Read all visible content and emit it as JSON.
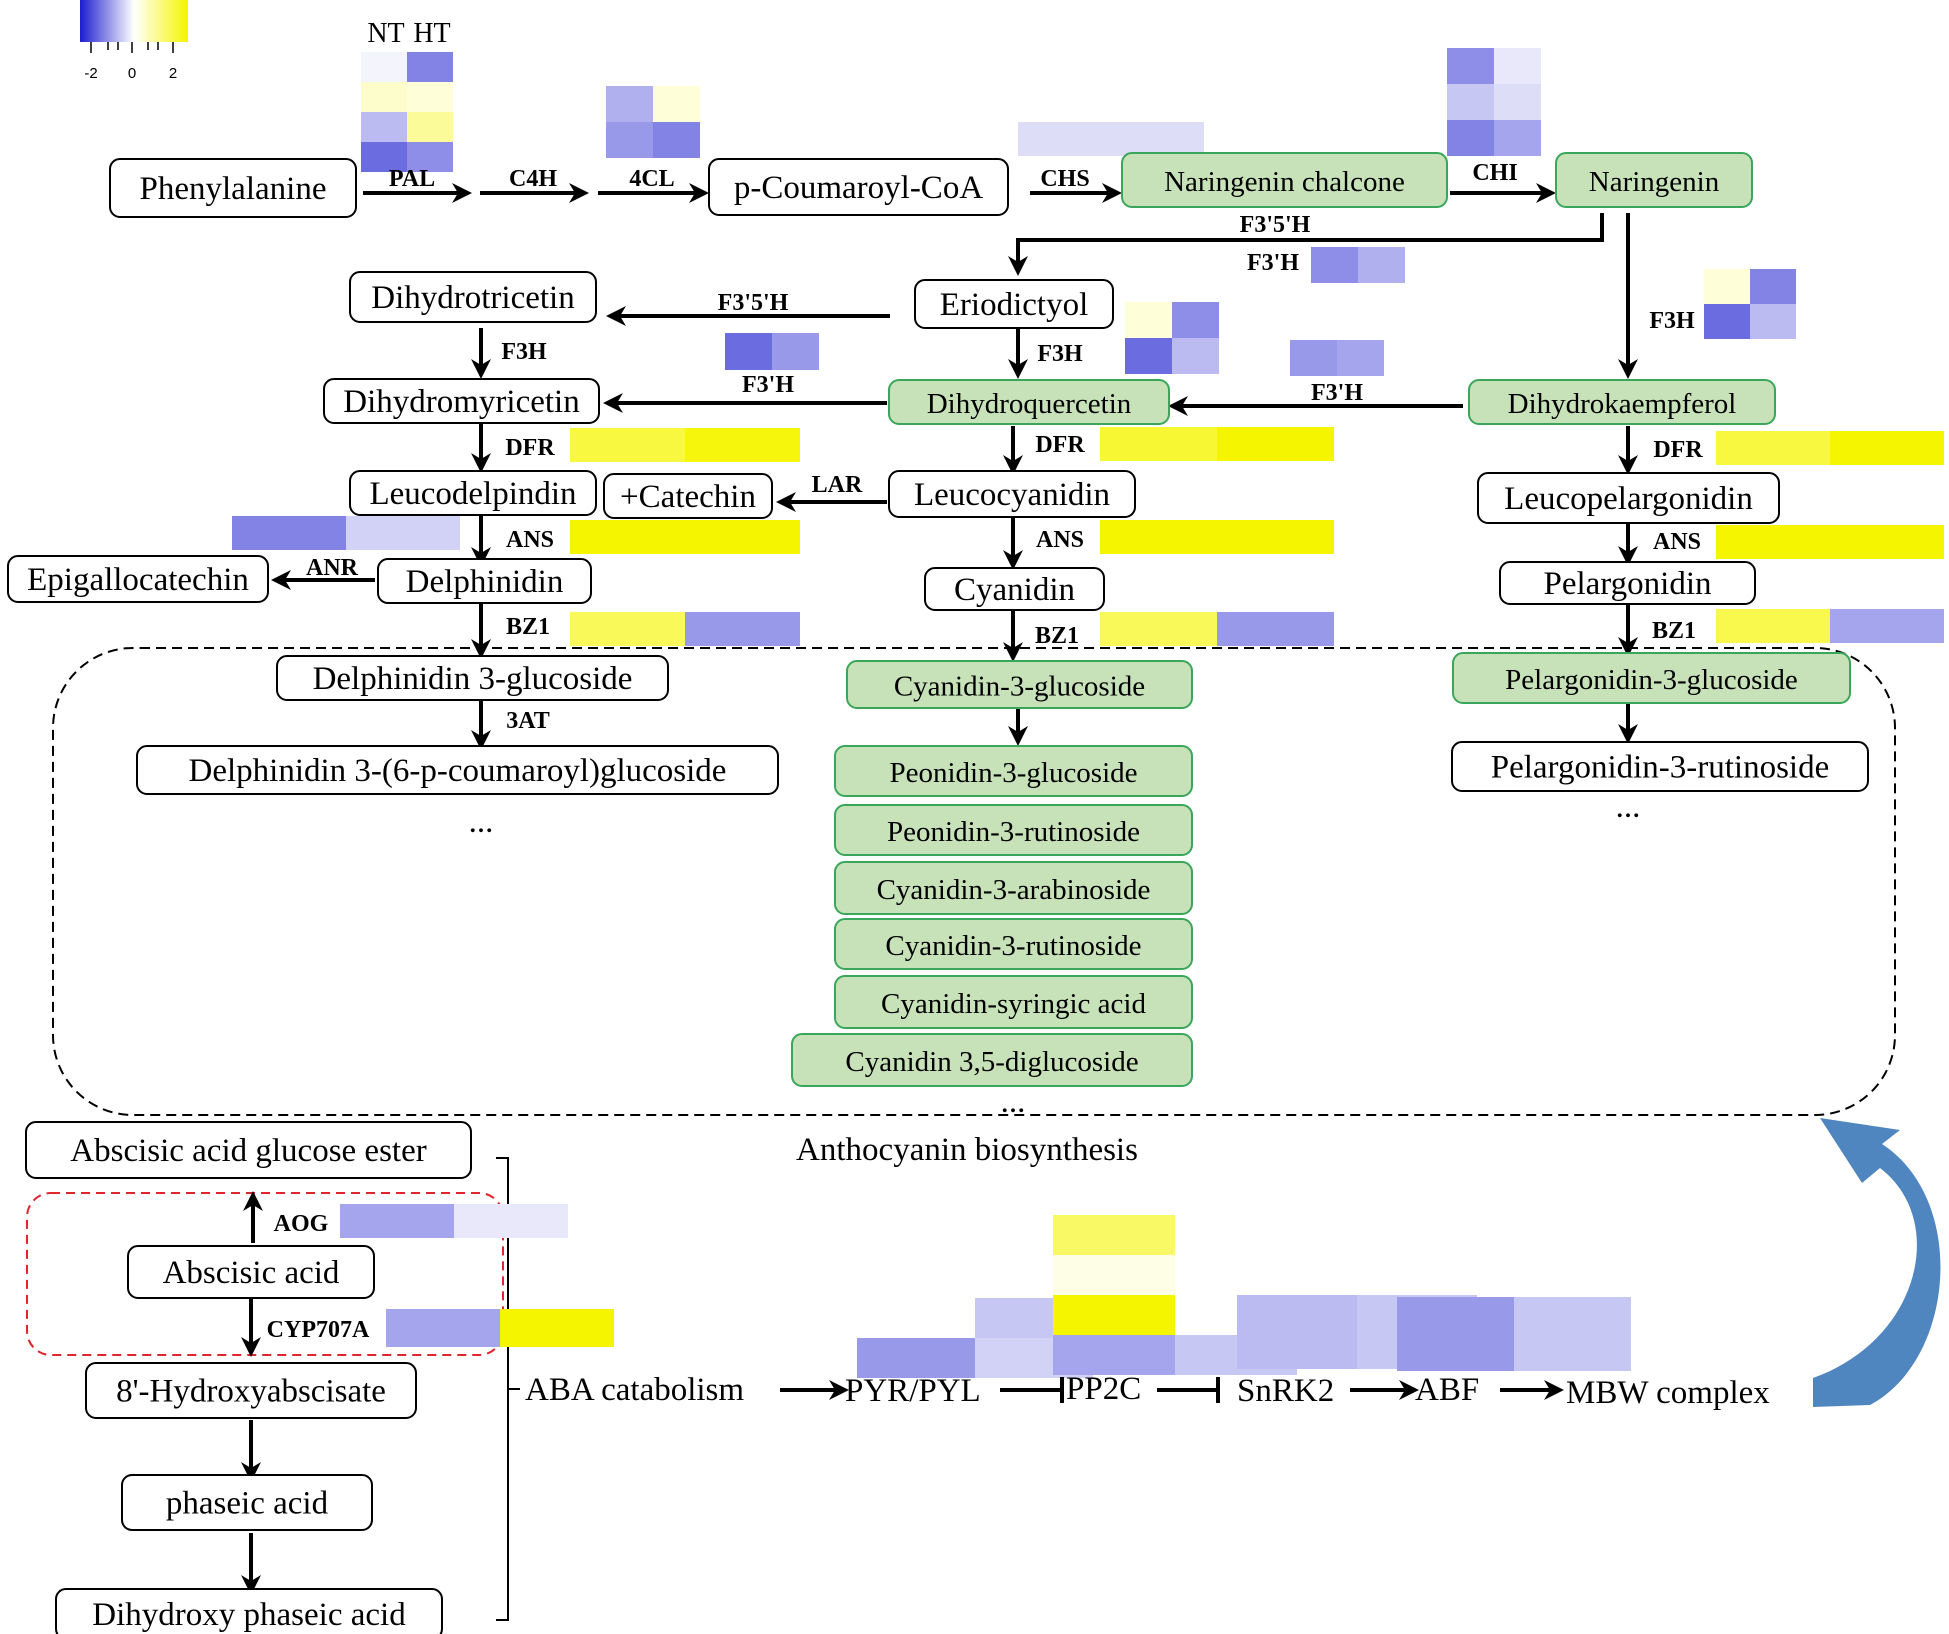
{
  "colors": {
    "plain_fill": "#ffffff",
    "plain_stroke": "#000000",
    "green_fill": "#c7e2b8",
    "green_stroke": "#3aa65a",
    "hm_low": "#1d1dd1",
    "hm_mid": "#ffffff",
    "hm_high": "#f5f500",
    "arrow": "#000000",
    "dashed_red": "#e0262c",
    "big_arrow": "#4f86c0"
  },
  "legend": {
    "ticks": [
      "-2",
      "0",
      "2"
    ],
    "columns": [
      "NT",
      "HT"
    ]
  },
  "nodes": {
    "phe": "Phenylalanine",
    "pcoa": "p-Coumaroyl-CoA",
    "narchal": "Naringenin chalcone",
    "nar": "Naringenin",
    "erio": "Eriodictyol",
    "dhtri": "Dihydrotricetin",
    "dhmyr": "Dihydromyricetin",
    "dhq": "Dihydroquercetin",
    "dhk": "Dihydrokaempferol",
    "leucodel": "Leucodelpindin",
    "catechin": "+Catechin",
    "leucocy": "Leucocyanidin",
    "leucopel": "Leucopelargonidin",
    "epigallo": "Epigallocatechin",
    "delph": "Delphinidin",
    "cyan": "Cyanidin",
    "pelar": "Pelargonidin",
    "delph3g": "Delphinidin 3-glucoside",
    "delph3pc": "Delphinidin 3-(6-p-coumaroyl)glucoside",
    "cy3g": "Cyanidin-3-glucoside",
    "peo3g": "Peonidin-3-glucoside",
    "peo3r": "Peonidin-3-rutinoside",
    "cy3a": "Cyanidin-3-arabinoside",
    "cy3r": "Cyanidin-3-rutinoside",
    "cysyr": "Cyanidin-syringic acid",
    "cy35": "Cyanidin 3,5-diglucoside",
    "pel3g": "Pelargonidin-3-glucoside",
    "pel3r": "Pelargonidin-3-rutinoside",
    "abage": "Abscisic acid glucose ester",
    "aba": "Abscisic acid",
    "hydroxy": "8'-Hydroxyabscisate",
    "phaseic": "phaseic acid",
    "dihydroxy": "Dihydroxy phaseic acid"
  },
  "enzymes": {
    "pal": "PAL",
    "c4h": "C4H",
    "cl4": "4CL",
    "chs": "CHS",
    "chi": "CHI",
    "f35h_top": "F3'5'H",
    "f3h_top": "F3'H",
    "f35h_left": "F3'5'H",
    "f3h_a": "F3H",
    "f3h_b": "F3H",
    "f3h_c": "F3H",
    "f3ph_left": "F3'H",
    "f3ph_right": "F3'H",
    "dfr_l": "DFR",
    "dfr_m": "DFR",
    "dfr_r": "DFR",
    "lar": "LAR",
    "ans_l": "ANS",
    "ans_m": "ANS",
    "ans_r": "ANS",
    "anr": "ANR",
    "bz1_l": "BZ1",
    "bz1_m": "BZ1",
    "bz1_r": "BZ1",
    "at3": "3AT",
    "aog": "AOG",
    "cyp": "CYP707A"
  },
  "labels": {
    "ellipsis_l": "...",
    "ellipsis_m": "...",
    "ellipsis_r": "...",
    "anthocyanin": "Anthocyanin biosynthesis",
    "aba_cat": "ABA catabolism",
    "pyr": "PYR/PYL",
    "pp2c": "PP2C",
    "snrk2": "SnRK2",
    "abf": "ABF",
    "mbw": "MBW complex"
  },
  "heatmaps": {
    "pal": [
      [
        -0.1,
        -1.1
      ],
      [
        0.4,
        0.3
      ],
      [
        -0.6,
        0.8
      ],
      [
        -1.3,
        -1.0
      ]
    ],
    "cl4": [
      [
        -0.7,
        0.3
      ],
      [
        -0.9,
        -1.1
      ]
    ],
    "chs": [
      [
        -0.3,
        -0.3
      ]
    ],
    "chi": [
      [
        -1.0,
        -0.2
      ],
      [
        -0.5,
        -0.3
      ],
      [
        -1.1,
        -0.8
      ]
    ],
    "f3ph_top": [
      [
        -1.0,
        -0.7
      ]
    ],
    "f3h_r": [
      [
        0.3,
        -1.1
      ],
      [
        -1.3,
        -0.6
      ]
    ],
    "f3ph_left": [
      [
        -1.3,
        -0.9
      ]
    ],
    "f3h_m": [
      [
        0.3,
        -1.0
      ],
      [
        -1.3,
        -0.6
      ]
    ],
    "f3ph_right": [
      [
        -0.9,
        -0.8
      ]
    ],
    "dfr_l": [
      [
        1.5,
        1.9
      ]
    ],
    "dfr_m": [
      [
        1.6,
        2.0
      ]
    ],
    "dfr_r": [
      [
        1.5,
        2.0
      ]
    ],
    "ans_l": [
      [
        2.0,
        2.0
      ]
    ],
    "ans_m": [
      [
        2.0,
        2.0
      ]
    ],
    "ans_r": [
      [
        2.0,
        2.0
      ]
    ],
    "anr": [
      [
        -1.1,
        -0.4
      ]
    ],
    "bz1_l": [
      [
        1.3,
        -0.9
      ]
    ],
    "bz1_m": [
      [
        1.3,
        -0.9
      ]
    ],
    "bz1_r": [
      [
        1.4,
        -0.8
      ]
    ],
    "aog": [
      [
        -0.8,
        -0.2
      ]
    ],
    "cyp": [
      [
        -0.8,
        2.0
      ]
    ],
    "pyr": [
      [
        0,
        -0.5
      ],
      [
        -0.9,
        -0.4
      ]
    ],
    "pp2c": [
      [
        1.2,
        0
      ],
      [
        0.2,
        0
      ],
      [
        2.0,
        0
      ],
      [
        -0.8,
        -0.5
      ]
    ],
    "snrk2": [
      [
        -0.6,
        -0.5
      ],
      [
        -0.6,
        -0.5
      ]
    ],
    "abf": [
      [
        -0.9,
        -0.5
      ],
      [
        -0.9,
        -0.5
      ]
    ]
  }
}
